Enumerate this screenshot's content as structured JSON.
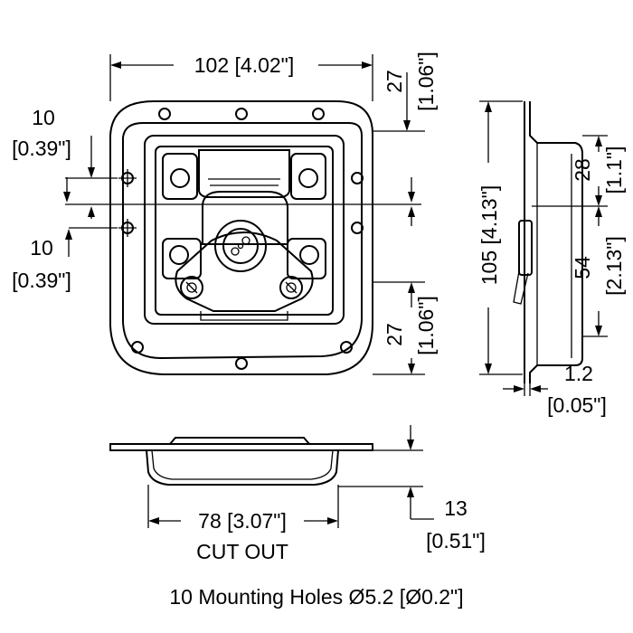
{
  "dimensions": {
    "width": "102 [4.02\"]",
    "top_offset_mm": "27",
    "top_offset_in": "[1.06\"]",
    "hole_upper_mm": "10",
    "hole_upper_in": "[0.39\"]",
    "hole_lower_mm": "10",
    "hole_lower_in": "[0.39\"]",
    "bottom_offset_mm": "27",
    "bottom_offset_in": "[1.06\"]",
    "height": "105 [4.13\"]",
    "side_upper_mm": "28",
    "side_upper_in": "[1.1\"]",
    "side_lower_mm": "54",
    "side_lower_in": "[2.13\"]",
    "thickness_mm": "1.2",
    "thickness_in": "[0.05\"]",
    "cutout": "78 [3.07\"]",
    "cutout_label": "CUT OUT",
    "depth_mm": "13",
    "depth_in": "[0.51\"]"
  },
  "caption": "10 Mounting Holes Ø5.2 [Ø0.2\"]"
}
